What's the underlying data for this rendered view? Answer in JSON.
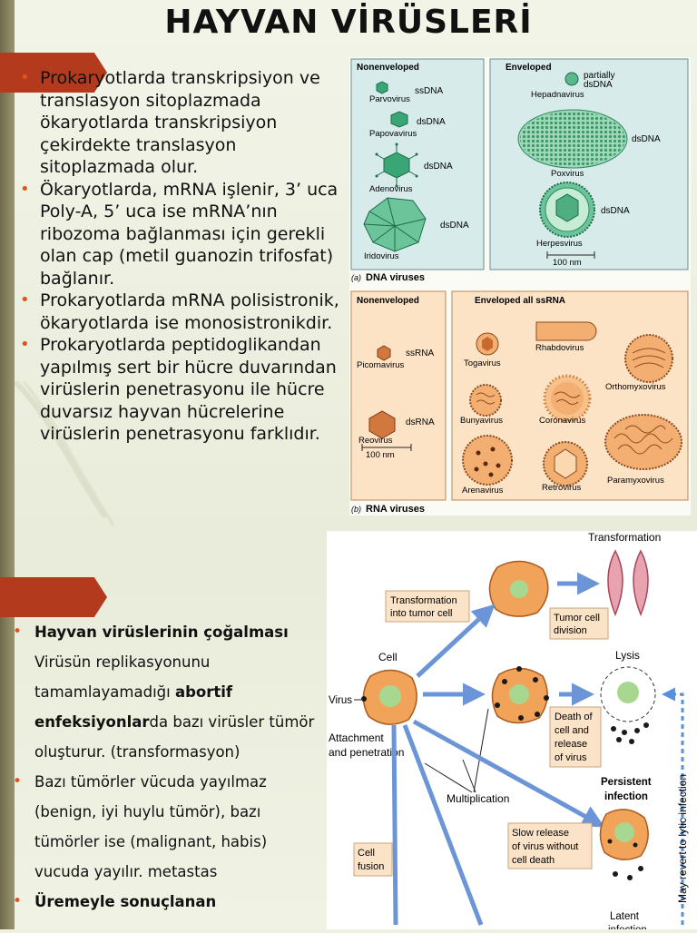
{
  "title": "HAYVAN VİRÜSLERİ",
  "bullets_top": [
    "Prokaryotlarda transkripsiyon ve translasyon sitoplazmada ökaryotlarda transkripsiyon çekirdekte translasyon sitoplazmada olur.",
    "Ökaryotlarda, mRNA işlenir, 3’ uca Poly-A, 5’ uca ise mRNA’nın ribozoma bağlanması için gerekli olan cap (metil guanozin trifosfat) bağlanır.",
    "Prokaryotlarda mRNA polisistronik, ökaryotlarda ise monosistronikdir.",
    "Prokaryotlarda peptidoglikandan yapılmış sert bir hücre duvarından virüslerin penetrasyonu ile hücre duvarsız hayvan hücrelerine virüslerin penetrasyonu farklıdır."
  ],
  "bullets_bottom": {
    "heading": "Hayvan virüslerinin çoğalması",
    "para1_a": "Virüsün replikasyonunu tamamlayamadığı ",
    "para1_b": "abortif enfeksiyonlar",
    "para1_c": "da bazı virüsler tümör oluşturur. (transformasyon)",
    "item2": "Bazı tümörler vücuda yayılmaz (benign, iyi huylu tümör), bazı tümörler ise (malignant, habis) vucuda yayılır.  metastas",
    "item3": "Üremeyle sonuçlanan"
  },
  "virus_panel": {
    "dna_nonenveloped_header": "Nonenveloped",
    "dna_enveloped_header": "Enveloped",
    "parvovirus": "Parvovirus",
    "parvovirus_type": "ssDNA",
    "papovavirus": "Papovavirus",
    "papovavirus_type": "dsDNA",
    "adenovirus": "Adenovirus",
    "adenovirus_type": "dsDNA",
    "iridovirus": "Iridovirus",
    "iridovirus_type": "dsDNA",
    "hepadnavirus": "Hepadnavirus",
    "hepadnavirus_type_1": "partially",
    "hepadnavirus_type_2": "dsDNA",
    "poxvirus": "Poxvirus",
    "poxvirus_type": "dsDNA",
    "herpesvirus": "Herpesvirus",
    "herpesvirus_type": "dsDNA",
    "dna_scale": "100 nm",
    "dna_caption_a": "(a)",
    "dna_caption_b": "DNA viruses",
    "rna_nonenveloped_header": "Nonenveloped",
    "rna_enveloped_header": "Enveloped all ssRNA",
    "picornavirus": "Picornavirus",
    "picornavirus_type": "ssRNA",
    "reovirus": "Reovirus",
    "reovirus_type": "dsRNA",
    "rna_scale": "100 nm",
    "togavirus": "Togavirus",
    "rhabdovirus": "Rhabdovirus",
    "orthomyxovirus": "Orthomyxovirus",
    "bunyavirus": "Bunyavirus",
    "coronavirus": "Coronavirus",
    "arenavirus": "Arenavirus",
    "retrovirus": "Retrovirus",
    "paramyxovirus": "Paramyxovirus",
    "rna_caption_a": "(b)",
    "rna_caption_b": "RNA viruses"
  },
  "flow": {
    "transformation": "Transformation",
    "transform_box_1": "Transformation",
    "transform_box_2": "into tumor cell",
    "tumor_div_1": "Tumor cell",
    "tumor_div_2": "division",
    "cell": "Cell",
    "virus": "Virus",
    "attach_1": "Attachment",
    "attach_2": "and penetration",
    "lysis": "Lysis",
    "death_1": "Death of",
    "death_2": "cell and",
    "death_3": "release",
    "death_4": "of virus",
    "persistent_1": "Persistent",
    "persistent_2": "infection",
    "multiplication": "Multiplication",
    "slow_1": "Slow release",
    "slow_2": "of virus without",
    "slow_3": "cell death",
    "fusion_1": "Cell",
    "fusion_2": "fusion",
    "revert": "May revert to lytic infection",
    "latent_1": "Latent",
    "latent_2": "infection"
  }
}
